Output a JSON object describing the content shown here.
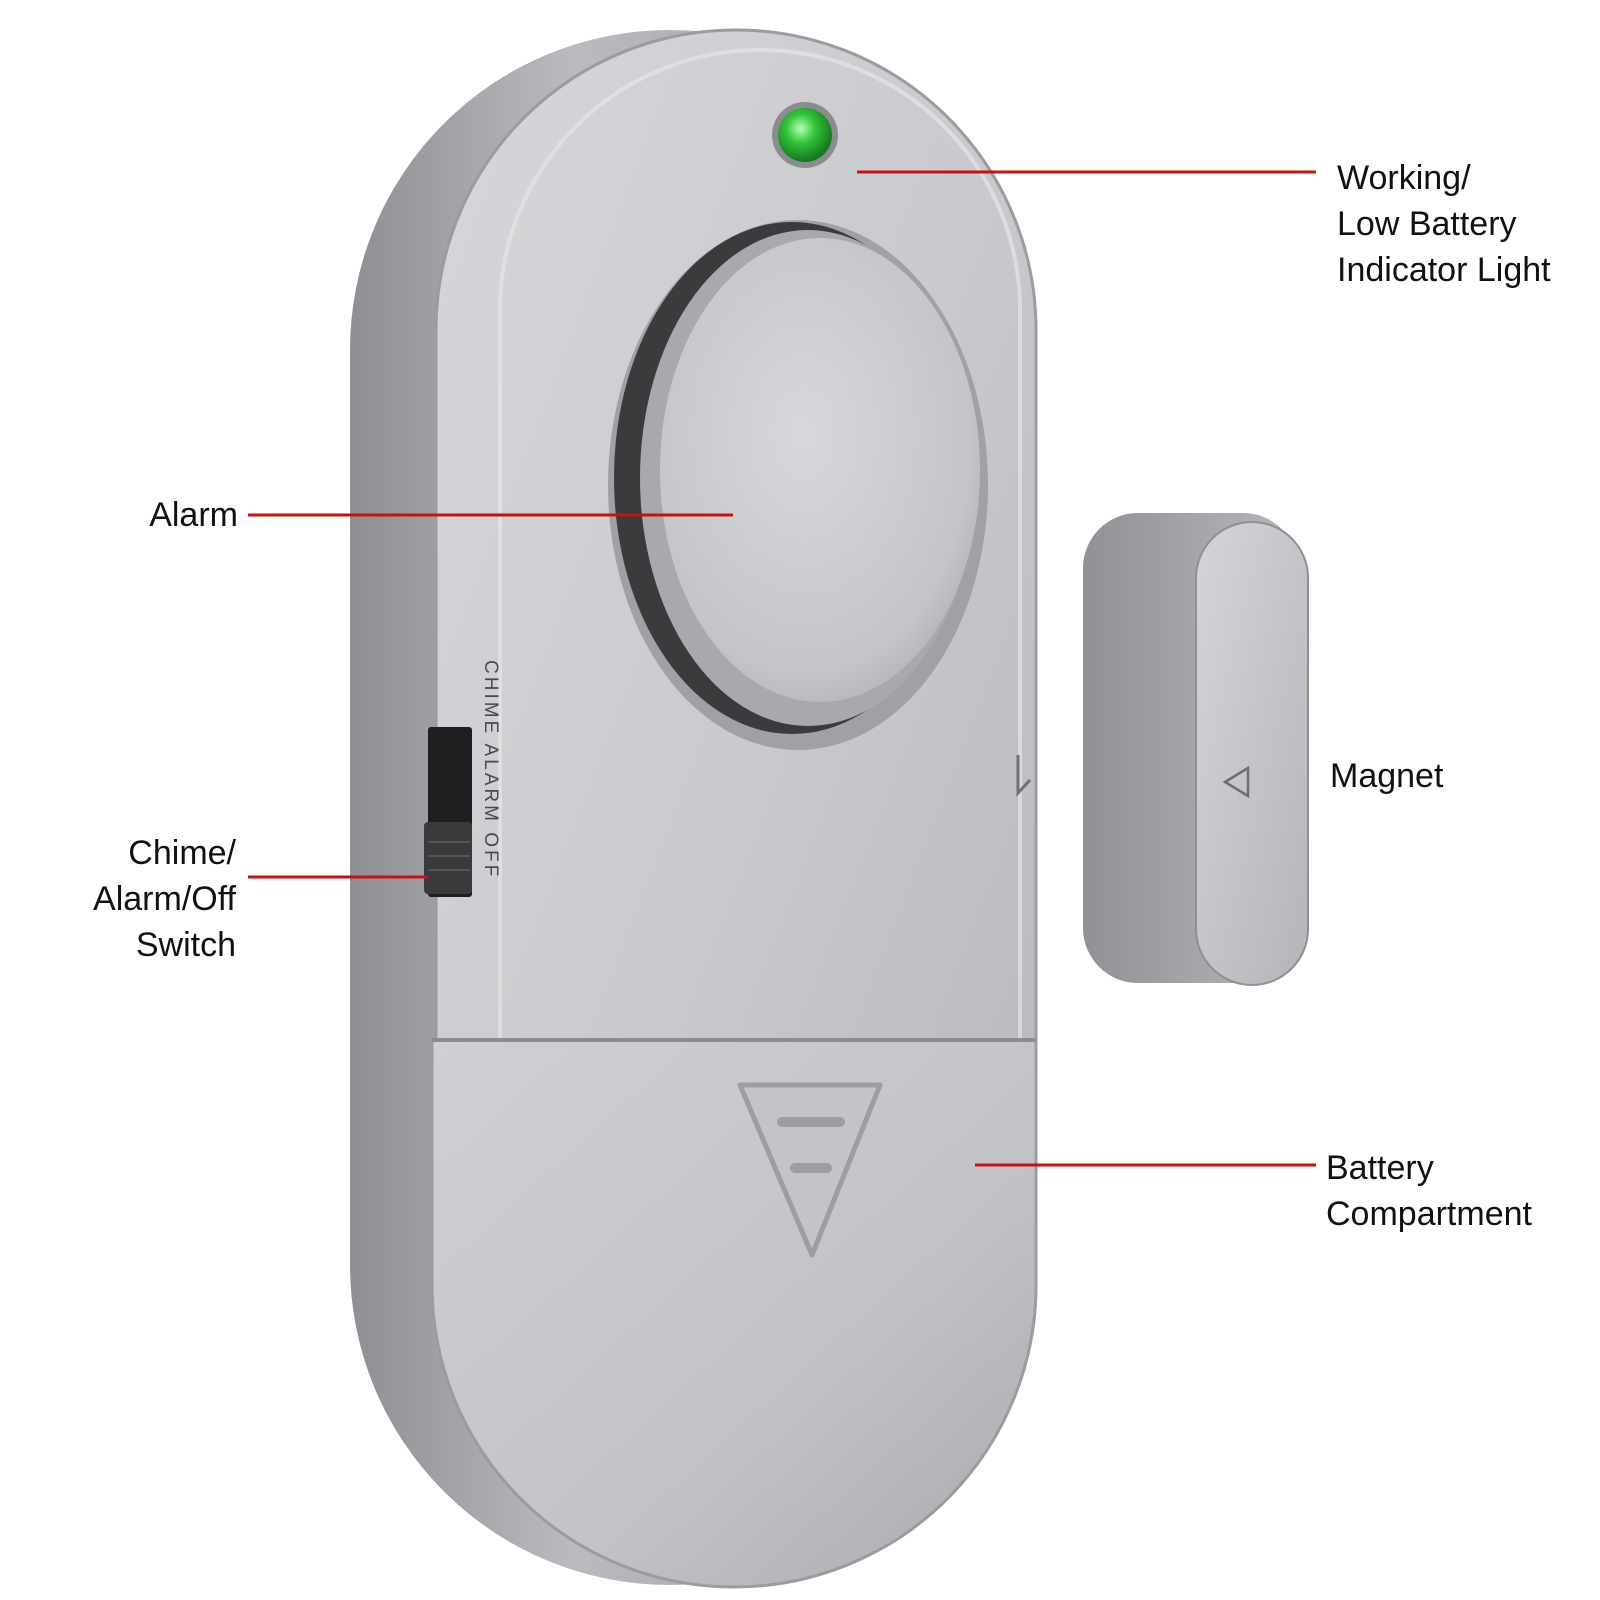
{
  "colors": {
    "leader_line": "#cc1010",
    "led_green": "#33c43a",
    "housing_silver": "#c8c9cc",
    "switch_black": "#222222",
    "label_text": "#111111"
  },
  "icons": {
    "led": "green-led-icon",
    "switch": "slide-switch-icon",
    "battery_cover_mark": "triangle-arrow-icon",
    "magnet_mark": "small-triangle-icon"
  },
  "device": {
    "switch_positions_text": "CHIME ALARM OFF"
  },
  "callouts": {
    "indicator": {
      "lines": [
        "Working/",
        "Low Battery",
        "Indicator Light"
      ]
    },
    "alarm": {
      "lines": [
        "Alarm"
      ]
    },
    "switch": {
      "lines": [
        "Chime/",
        "Alarm/Off",
        "Switch"
      ]
    },
    "magnet": {
      "lines": [
        "Magnet"
      ]
    },
    "battery": {
      "lines": [
        "Battery",
        "Compartment"
      ]
    }
  }
}
